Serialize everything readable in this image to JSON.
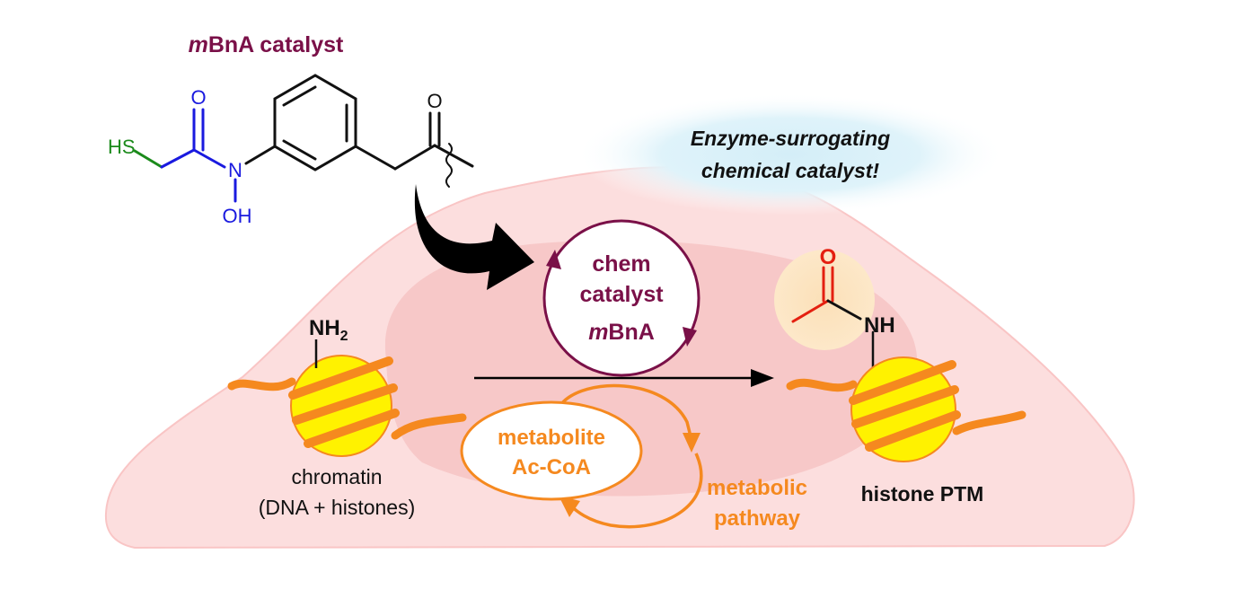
{
  "catalyst": {
    "title_italic": "m",
    "title_rest": "BnA catalyst",
    "atom_hs": "HS",
    "atom_o_amide": "O",
    "atom_n": "N",
    "atom_oh": "OH",
    "atom_o_ketone": "O"
  },
  "bubble": {
    "line1": "Enzyme-surrogating",
    "line2": "chemical catalyst!"
  },
  "cycle": {
    "line1": "chem",
    "line2": "catalyst",
    "line3_italic": "m",
    "line3_rest": "BnA"
  },
  "metabolite": {
    "line1": "metabolite",
    "line2": "Ac-CoA"
  },
  "pathway": {
    "line1": "metabolic",
    "line2": "pathway"
  },
  "chromatin": {
    "amine_nh": "NH",
    "amine_sub": "2",
    "label_line1": "chromatin",
    "label_line2": "(DNA + histones)"
  },
  "product": {
    "atom_o": "O",
    "atom_nh": "NH",
    "label": "histone PTM"
  },
  "colors": {
    "plum": "#7a1048",
    "orange": "#f5891f",
    "blue": "#1a1adf",
    "green": "#1b8a1b",
    "red": "#e42010",
    "yellow": "#fff200",
    "cell": "#fbdcdc",
    "nucleus": "#f8c9c9"
  }
}
